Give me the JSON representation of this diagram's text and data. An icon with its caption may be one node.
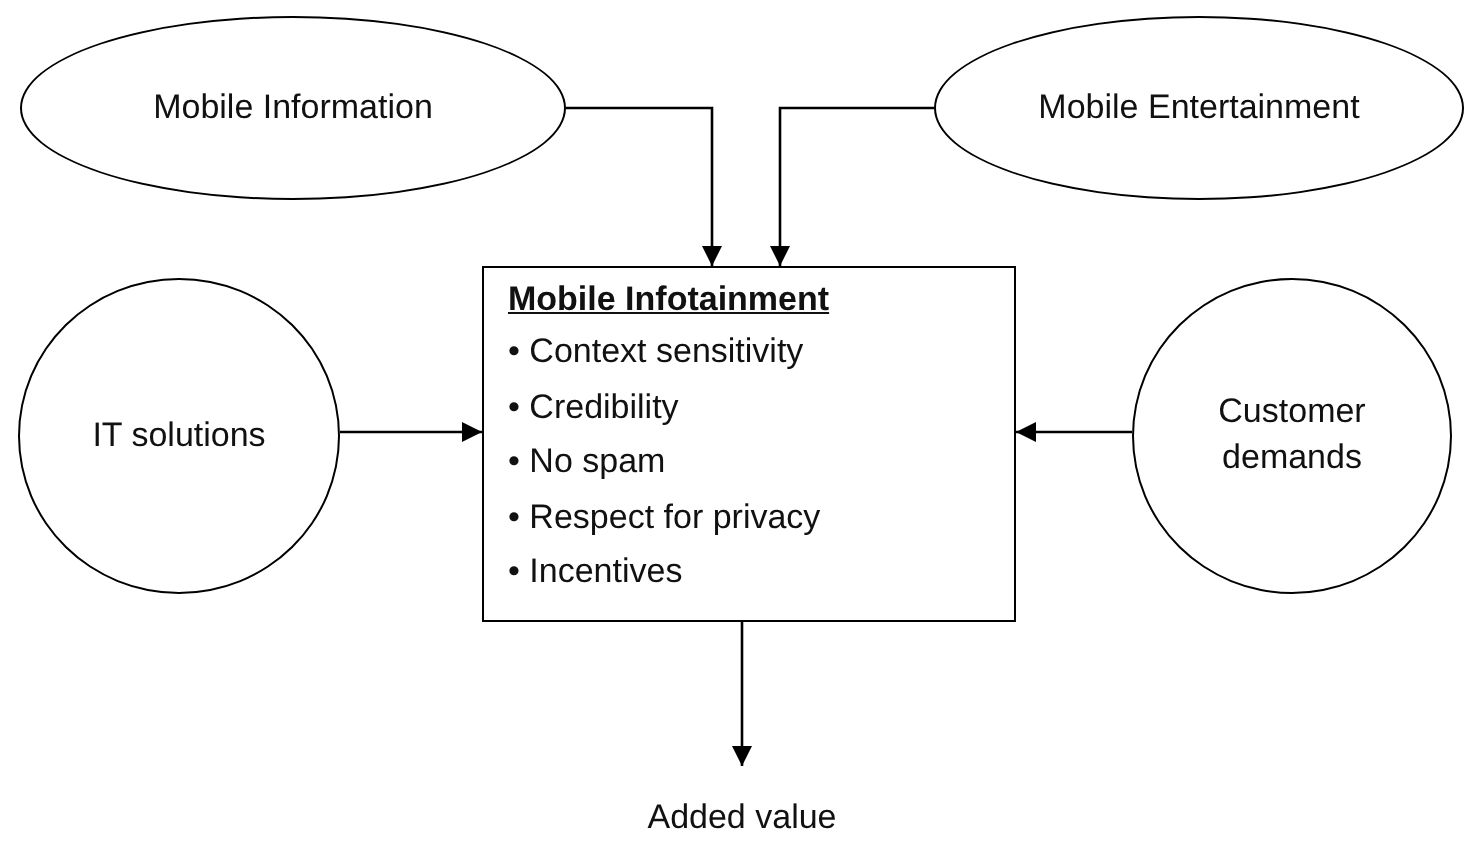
{
  "diagram": {
    "nodes": [
      {
        "text": [
          "Mobile Information"
        ]
      },
      {
        "text": [
          "Mobile Entertainment"
        ]
      },
      {
        "text": [
          "IT solutions"
        ]
      },
      {
        "text": [
          "Mobile Infotainment",
          "• Context sensitivity",
          "• Credibility",
          "• No spam",
          "• Respect for privacy",
          "• Incentives"
        ]
      },
      {
        "text": [
          "Customer demands"
        ]
      },
      {
        "text": [
          "Added value"
        ]
      }
    ],
    "edges": [
      {
        "from": 0,
        "to": 3,
        "arrow": "to"
      },
      {
        "from": 1,
        "to": 3,
        "arrow": "to"
      },
      {
        "from": 2,
        "to": 3,
        "arrow": "to"
      },
      {
        "from": 4,
        "to": 3,
        "arrow": "to"
      },
      {
        "from": 3,
        "to": 5,
        "arrow": "to"
      }
    ]
  }
}
